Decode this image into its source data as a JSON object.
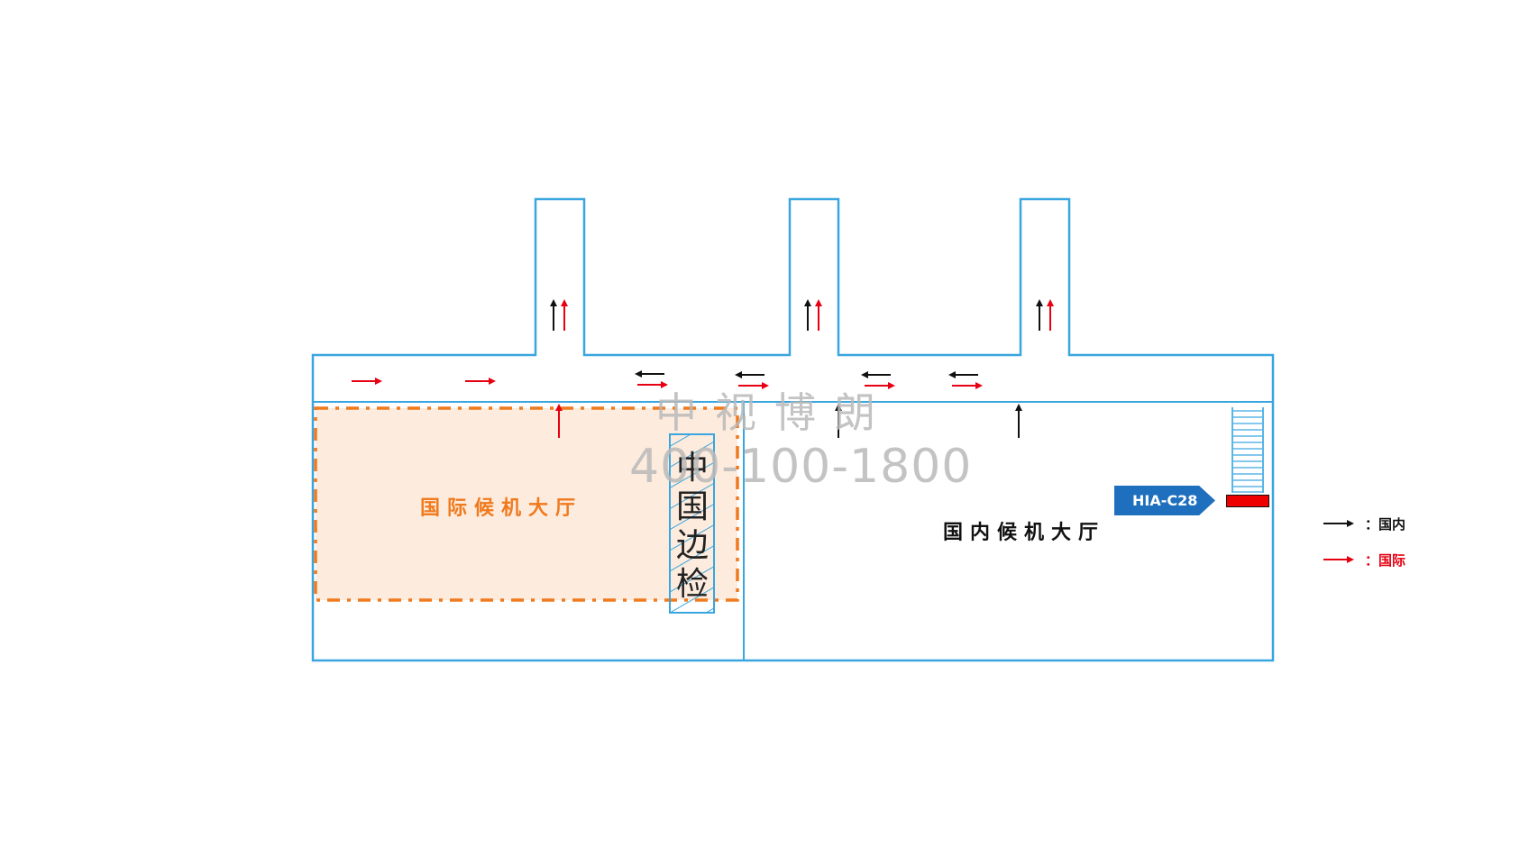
{
  "map": {
    "colors": {
      "wall": "#39a6df",
      "domestic_arrow": "#111111",
      "international_arrow": "#e60012",
      "intl_zone_fill": "#fdebdd",
      "intl_zone_border": "#f07a1e",
      "tag_bg": "#1e6fbe",
      "ad_marker": "#ee0000"
    },
    "halls": {
      "international": {
        "label": "国际候机大厅"
      },
      "domestic": {
        "label": "国内候机大厅"
      }
    },
    "border_control": {
      "label": "中国边检",
      "chars": [
        "中",
        "国",
        "边",
        "检"
      ]
    },
    "piers": [
      {
        "id": "pier-1",
        "arrows": [
          "domestic-up",
          "international-up"
        ]
      },
      {
        "id": "pier-2",
        "arrows": [
          "domestic-up",
          "international-up"
        ]
      },
      {
        "id": "pier-3",
        "arrows": [
          "domestic-up",
          "international-up"
        ]
      }
    ],
    "ad_location": {
      "tag": "HIA-C28",
      "icon": "escalator-icon"
    },
    "watermark": {
      "line1": "中视博朗",
      "line2": "400-100-1800"
    },
    "legend": [
      {
        "arrow": "black-arrow-right",
        "label": "：国内",
        "meaning": "domestic"
      },
      {
        "arrow": "red-arrow-right",
        "label": "：国际",
        "meaning": "international"
      }
    ]
  }
}
